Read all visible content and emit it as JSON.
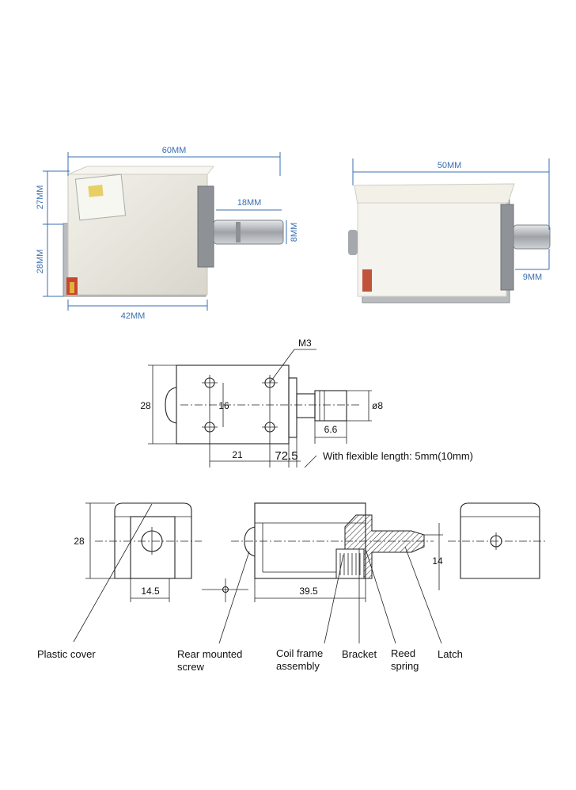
{
  "photos": {
    "side": {
      "width_label": "60MM",
      "top_height_label": "27MM",
      "bottom_height_label": "28MM",
      "plunger_length_label": "18MM",
      "plunger_diameter_label": "8MM",
      "base_width_label": "42MM"
    },
    "end": {
      "width_label": "50MM",
      "plunger_label": "9MM"
    }
  },
  "drawing_top": {
    "thread_label": "M3",
    "height_label": "28",
    "hole_spacing_label": "16",
    "diameter_label": "ø8",
    "stroke_label": "6.6",
    "hole_offset_label": "21",
    "plate_label": "72.5",
    "note": "With flexible length: 5mm(10mm)"
  },
  "drawing_bottom": {
    "height_label": "28",
    "slot_width_label": "14.5",
    "body_length_label": "39.5",
    "latch_height_label": "14"
  },
  "labels": {
    "plastic_cover": "Plastic cover",
    "rear_screw_1": "Rear mounted",
    "rear_screw_2": "screw",
    "coil_1": "Coil frame",
    "coil_2": "assembly",
    "bracket": "Bracket",
    "reed_1": "Reed",
    "reed_2": "spring",
    "latch": "Latch"
  },
  "colors": {
    "dimension_blue": "#3a6fb0",
    "housing": "#ecebe3",
    "metal": "#b9bcbf"
  }
}
